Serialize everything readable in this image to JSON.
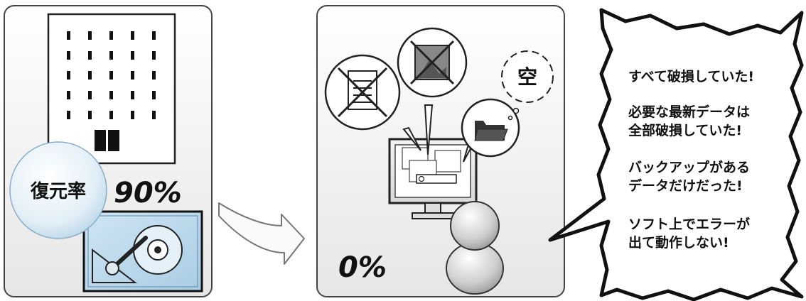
{
  "panel_left": {
    "badge_label": "復元率",
    "rate": "90%"
  },
  "panel_middle": {
    "rate": "0%",
    "empty_bubble": "空"
  },
  "speech": {
    "lines": [
      "すべて破損していた!",
      "必要な最新データは",
      "全部破損していた!",
      "バックアップがある",
      "データだけだった!",
      "ソフト上でエラーが",
      "出て動作しない!"
    ]
  },
  "icons": [
    "building-icon",
    "hard-disk-icon",
    "arrow-icon",
    "document-crossed-icon",
    "image-crossed-icon",
    "folder-icon",
    "monitor-icon",
    "person-icon"
  ]
}
